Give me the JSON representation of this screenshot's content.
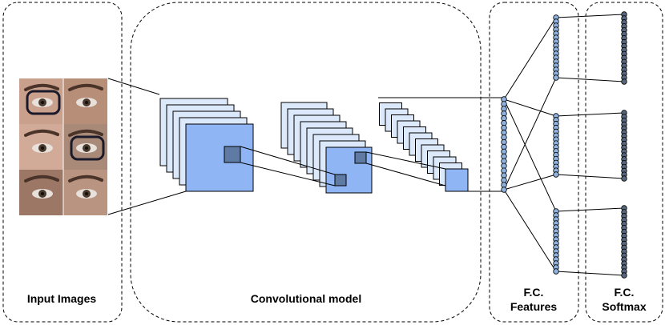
{
  "panels": {
    "input": {
      "label": "Input Images"
    },
    "conv": {
      "label": "Convolutional model"
    },
    "features": {
      "label_line1": "F.C.",
      "label_line2": "Features"
    },
    "softmax": {
      "label_line1": "F.C.",
      "label_line2": "Softmax"
    }
  },
  "input_images": {
    "count": 6,
    "tiles": [
      {
        "name": "eye-glasses-purple",
        "skin": "#c9a08c",
        "glasses": true
      },
      {
        "name": "eye-plain-1",
        "skin": "#b78f78",
        "glasses": false
      },
      {
        "name": "eye-plain-2",
        "skin": "#d2aa98",
        "glasses": false
      },
      {
        "name": "eye-glasses-black",
        "skin": "#a98a78",
        "glasses": true
      },
      {
        "name": "eye-plain-3",
        "skin": "#9c7766",
        "glasses": false
      },
      {
        "name": "eye-plain-4",
        "skin": "#b99480",
        "glasses": false
      }
    ]
  },
  "conv_blocks": [
    {
      "name": "conv-block-1",
      "layers": 5
    },
    {
      "name": "conv-block-2",
      "layers": 8
    },
    {
      "name": "conv-block-3",
      "layers": 12
    }
  ],
  "fc_features": {
    "nodes": 20
  },
  "fc_softmax": {
    "groups": 3,
    "nodes_per_group": 16
  },
  "colors": {
    "conv_fill": "#8fb5f4",
    "conv_back_fill": "#dce9fb",
    "kernel_fill": "#5f7ba3",
    "feature_node": "#8fb2df",
    "softmax_node": "#56677d",
    "line": "#000000",
    "dashed_border": "#000000"
  }
}
